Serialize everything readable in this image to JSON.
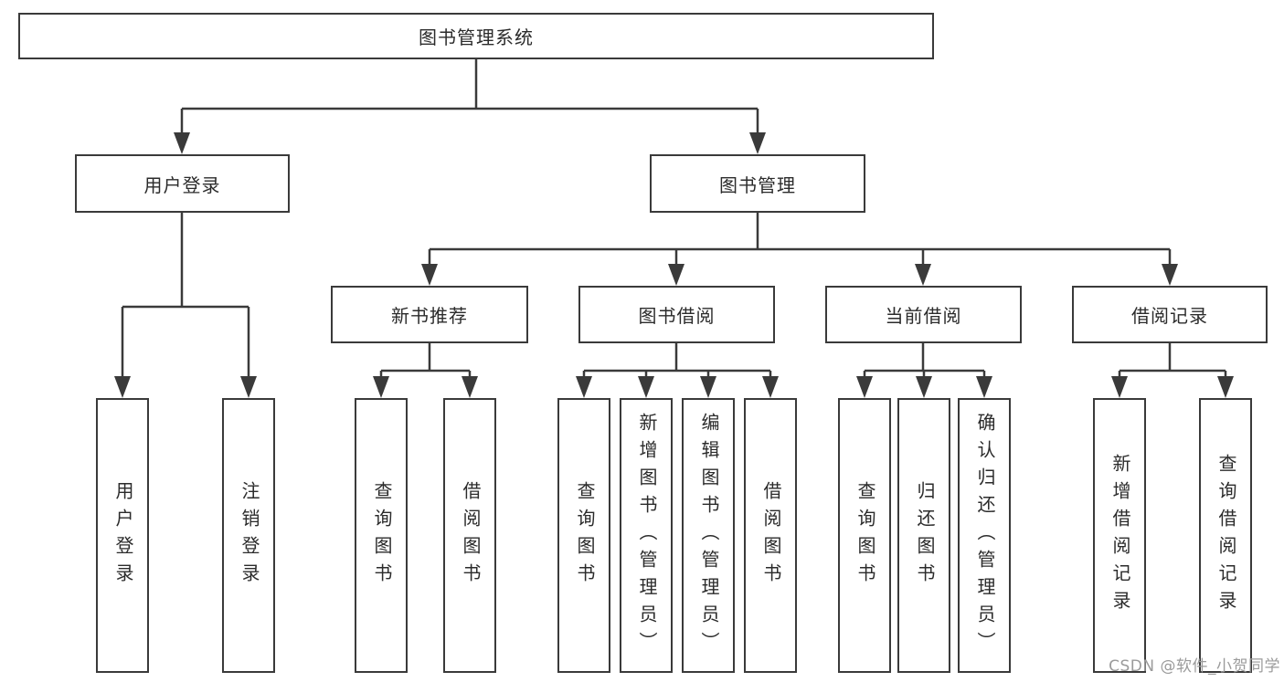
{
  "diagram": {
    "root": "图书管理系统",
    "level2": {
      "user_login": "用户登录",
      "book_management": "图书管理"
    },
    "level3": {
      "new_book_recommend": "新书推荐",
      "book_borrowing": "图书借阅",
      "current_borrowing": "当前借阅",
      "borrowing_records": "借阅记录"
    },
    "leaves": {
      "user_login": [
        "用户登录",
        "注销登录"
      ],
      "new_book_recommend": [
        "查询图书",
        "借阅图书"
      ],
      "book_borrowing": [
        "查询图书",
        "新增图书（管理员）",
        "编辑图书（管理员）",
        "借阅图书"
      ],
      "current_borrowing": [
        "查询图书",
        "归还图书",
        "确认归还（管理员）"
      ],
      "borrowing_records": [
        "新增借阅记录",
        "查询借阅记录"
      ]
    }
  },
  "watermark": "CSDN @软件_小贺同学",
  "colors": {
    "line": "#3a3a3a",
    "box_border": "#3a3a3a",
    "text": "#2b2b2b",
    "watermark": "#9b9b9b",
    "background": "#ffffff"
  }
}
